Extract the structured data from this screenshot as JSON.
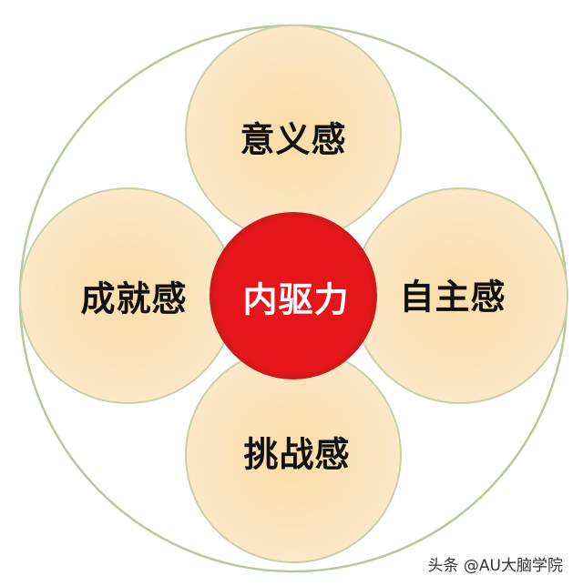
{
  "diagram": {
    "center": {
      "label": "内驱力",
      "color": "#e8141a"
    },
    "petals": [
      {
        "position": "top",
        "label": "意义感"
      },
      {
        "position": "left",
        "label": "成就感"
      },
      {
        "position": "right",
        "label": "自主感"
      },
      {
        "position": "bottom",
        "label": "挑战感"
      }
    ],
    "colors": {
      "petal_fill": "#fbe3b8",
      "petal_stroke": "#c9cfa6",
      "outer_stroke": "#b5c99a"
    }
  },
  "watermark": "头条 @AU大脑学院"
}
